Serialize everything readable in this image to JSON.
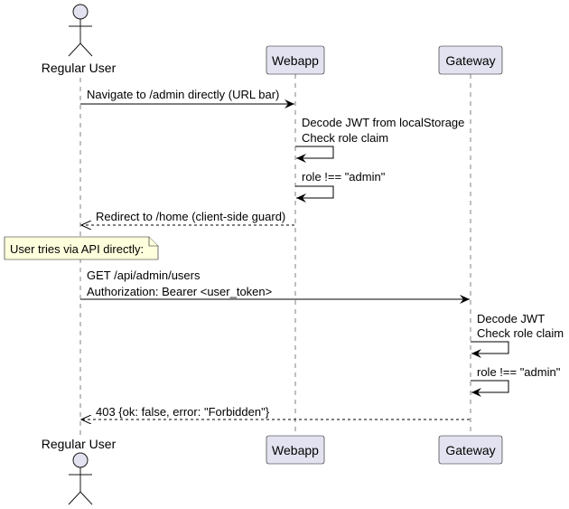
{
  "participants": {
    "user": {
      "name": "Regular User",
      "type": "actor"
    },
    "webapp": {
      "name": "Webapp",
      "type": "participant"
    },
    "gateway": {
      "name": "Gateway",
      "type": "participant"
    }
  },
  "messages": [
    {
      "from": "user",
      "to": "webapp",
      "style": "solid",
      "lines": [
        "Navigate to /admin directly (URL bar)"
      ]
    },
    {
      "from": "webapp",
      "to": "webapp",
      "style": "self",
      "lines": [
        "Decode JWT from localStorage",
        "Check role claim"
      ]
    },
    {
      "from": "webapp",
      "to": "webapp",
      "style": "self",
      "lines": [
        "role !== \"admin\""
      ]
    },
    {
      "from": "webapp",
      "to": "user",
      "style": "dashed",
      "lines": [
        "Redirect to /home (client-side guard)"
      ]
    },
    {
      "from": "user",
      "to": "gateway",
      "style": "solid",
      "lines": [
        "GET /api/admin/users",
        "Authorization: Bearer <user_token>"
      ]
    },
    {
      "from": "gateway",
      "to": "gateway",
      "style": "self",
      "lines": [
        "Decode JWT",
        "Check role claim"
      ]
    },
    {
      "from": "gateway",
      "to": "gateway",
      "style": "self",
      "lines": [
        "role !== \"admin\""
      ]
    },
    {
      "from": "gateway",
      "to": "user",
      "style": "dashed",
      "lines": [
        "403 {ok: false, error: \"Forbidden\"}"
      ]
    }
  ],
  "note": {
    "text": "User tries via API directly:"
  },
  "colors": {
    "participant_fill": "#E2E2F0",
    "note_fill": "#FEFFDD",
    "border": "#181818",
    "lifeline": "#808080"
  }
}
